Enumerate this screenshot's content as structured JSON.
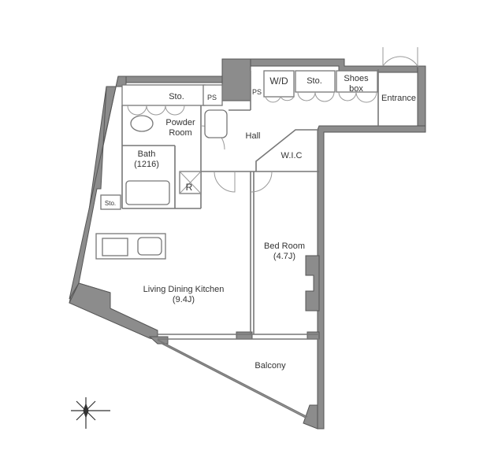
{
  "rooms": {
    "storage_top": "Sto.",
    "ps_left": "PS",
    "ps_right": "PS",
    "washer_dryer": "W/D",
    "storage_hall": "Sto.",
    "shoes_box": [
      "Shoes",
      "box"
    ],
    "entrance": "Entrance",
    "powder_room": [
      "Powder",
      "Room"
    ],
    "hall": "Hall",
    "bath": [
      "Bath",
      "(1216)"
    ],
    "walk_in_closet": "W.I.C",
    "refrigerator": "R",
    "storage_small": "Sto.",
    "bed_room": [
      "Bed Room",
      "(4.7J)"
    ],
    "living_dining_kitchen": [
      "Living Dining Kitchen",
      "(9.4J)"
    ],
    "balcony": "Balcony"
  },
  "colors": {
    "wall": "#8c8c8c",
    "line": "#777777"
  }
}
